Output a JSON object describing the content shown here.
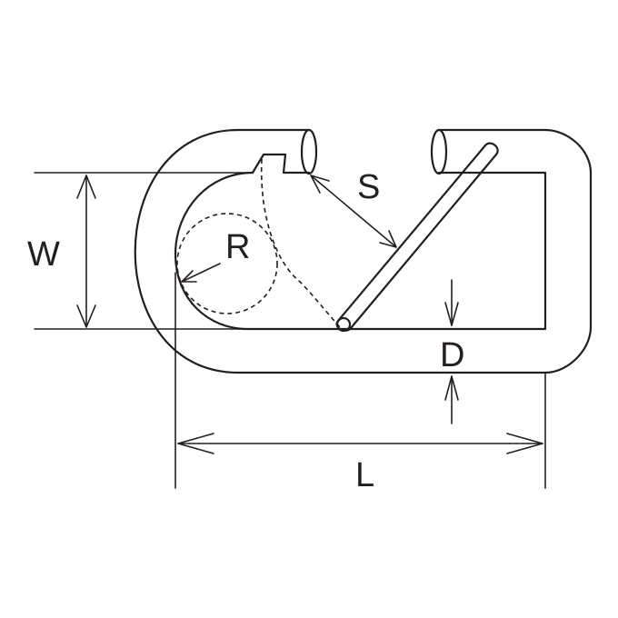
{
  "diagram": {
    "labels": {
      "width": "W",
      "radius": "R",
      "gate_opening": "S",
      "wire_diameter": "D",
      "length": "L"
    },
    "colors": {
      "line": "#231f20",
      "background": "#ffffff"
    }
  }
}
